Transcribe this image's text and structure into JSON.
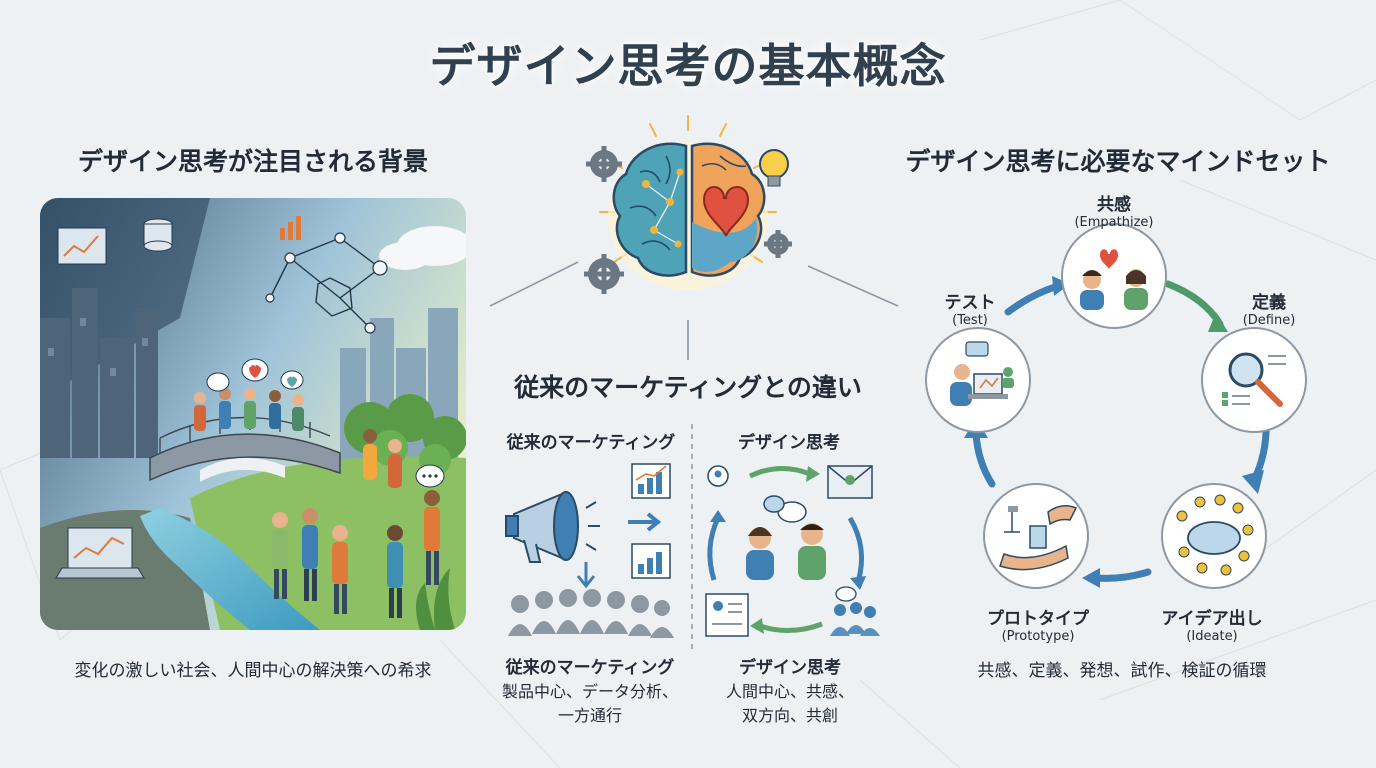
{
  "title": "デザイン思考の基本概念",
  "left": {
    "heading": "デザイン思考が注目される背景",
    "caption": "変化の激しい社会、人間中心の解決策への希求"
  },
  "center": {
    "heading": "従来のマーケティングとの違い",
    "traditional": {
      "label": "従来のマーケティング",
      "summary_title": "従来のマーケティング",
      "summary_line1": "製品中心、データ分析、",
      "summary_line2": "一方通行"
    },
    "design": {
      "label": "デザイン思考",
      "summary_title": "デザイン思考",
      "summary_line1": "人間中心、共感、",
      "summary_line2": "双方向、共創"
    }
  },
  "right": {
    "heading": "デザイン思考に必要なマインドセット",
    "steps": [
      {
        "jp": "共感",
        "en": "(Empathize)"
      },
      {
        "jp": "定義",
        "en": "(Define)"
      },
      {
        "jp": "アイデア出し",
        "en": "(Ideate)"
      },
      {
        "jp": "プロトタイプ",
        "en": "(Prototype)"
      },
      {
        "jp": "テスト",
        "en": "(Test)"
      }
    ],
    "caption": "共感、定義、発想、試作、検証の循環"
  },
  "colors": {
    "background": "#eef1f4",
    "heading": "#222b36",
    "accent_blue": "#3f7fb3",
    "accent_green": "#5fa36a",
    "heart_red": "#e0513f"
  }
}
